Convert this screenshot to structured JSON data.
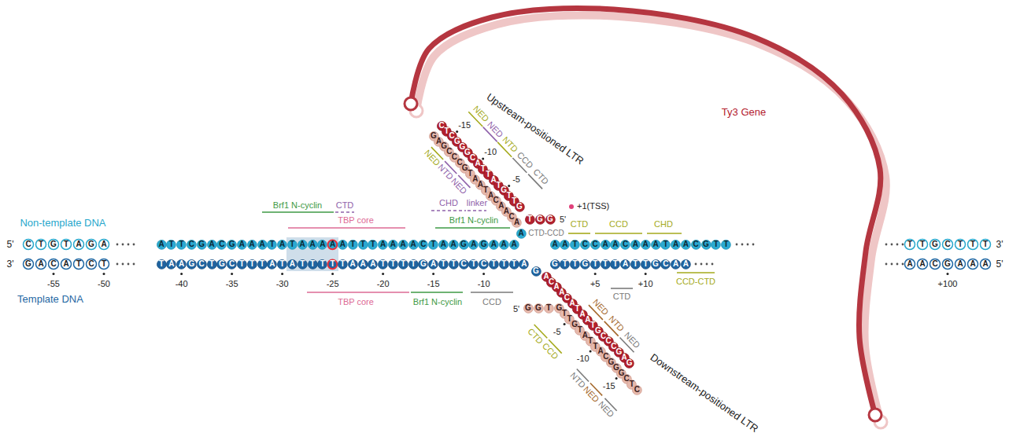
{
  "diagram": {
    "nodes": [
      {
        "text": [
          "C"
        ]
      },
      {
        "text": [
          "T"
        ]
      },
      {
        "text": [
          "G"
        ]
      },
      {
        "text": [
          "T"
        ]
      },
      {
        "text": [
          "A"
        ]
      },
      {
        "text": [
          "G"
        ]
      },
      {
        "text": [
          "A"
        ]
      },
      {
        "text": [
          "A"
        ]
      },
      {
        "text": [
          "T"
        ]
      },
      {
        "text": [
          "T"
        ]
      },
      {
        "text": [
          "C"
        ]
      },
      {
        "text": [
          "G"
        ]
      },
      {
        "text": [
          "A"
        ]
      },
      {
        "text": [
          "C"
        ]
      },
      {
        "text": [
          "G"
        ]
      },
      {
        "text": [
          "A"
        ]
      },
      {
        "text": [
          "A"
        ]
      },
      {
        "text": [
          "A"
        ]
      },
      {
        "text": [
          "T"
        ]
      },
      {
        "text": [
          "A"
        ]
      },
      {
        "text": [
          "T"
        ]
      },
      {
        "text": [
          "A"
        ]
      },
      {
        "text": [
          "A"
        ]
      },
      {
        "text": [
          "A"
        ]
      },
      {
        "text": [
          "A"
        ]
      },
      {
        "text": [
          "A"
        ]
      },
      {
        "text": [
          "T"
        ]
      },
      {
        "text": [
          "T"
        ]
      },
      {
        "text": [
          "T"
        ]
      },
      {
        "text": [
          "A"
        ]
      },
      {
        "text": [
          "A"
        ]
      },
      {
        "text": [
          "A"
        ]
      },
      {
        "text": [
          "A"
        ]
      },
      {
        "text": [
          "C"
        ]
      },
      {
        "text": [
          "T"
        ]
      },
      {
        "text": [
          "A"
        ]
      },
      {
        "text": [
          "A"
        ]
      },
      {
        "text": [
          "G"
        ]
      },
      {
        "text": [
          "A"
        ]
      },
      {
        "text": [
          "G"
        ]
      },
      {
        "text": [
          "A"
        ]
      },
      {
        "text": [
          "A"
        ]
      },
      {
        "text": [
          "A"
        ]
      },
      {
        "text": [
          "A"
        ]
      },
      {
        "text": [
          "A"
        ]
      },
      {
        "text": [
          "A"
        ]
      },
      {
        "text": [
          "T"
        ]
      },
      {
        "text": [
          "C"
        ]
      },
      {
        "text": [
          "C"
        ]
      },
      {
        "text": [
          "A"
        ]
      },
      {
        "text": [
          "A"
        ]
      },
      {
        "text": [
          "C"
        ]
      },
      {
        "text": [
          "A"
        ]
      },
      {
        "text": [
          "A"
        ]
      },
      {
        "text": [
          "A"
        ]
      },
      {
        "text": [
          "T"
        ]
      },
      {
        "text": [
          "A"
        ]
      },
      {
        "text": [
          "A"
        ]
      },
      {
        "text": [
          "C"
        ]
      },
      {
        "text": [
          "G"
        ]
      },
      {
        "text": [
          "T"
        ]
      },
      {
        "text": [
          "T"
        ]
      },
      {
        "text": [
          "T"
        ]
      },
      {
        "text": [
          "T"
        ]
      },
      {
        "text": [
          "G"
        ]
      },
      {
        "text": [
          "C"
        ]
      },
      {
        "text": [
          "T"
        ]
      },
      {
        "text": [
          "T"
        ]
      },
      {
        "text": [
          "T"
        ]
      },
      {
        "text": [
          "G"
        ]
      },
      {
        "text": [
          "A"
        ]
      },
      {
        "text": [
          "C"
        ]
      },
      {
        "text": [
          "A"
        ]
      },
      {
        "text": [
          "T"
        ]
      },
      {
        "text": [
          "C"
        ]
      },
      {
        "text": [
          "T"
        ]
      },
      {
        "text": [
          "T"
        ]
      },
      {
        "text": [
          "A"
        ]
      },
      {
        "text": [
          "A"
        ]
      },
      {
        "text": [
          "G"
        ]
      },
      {
        "text": [
          "C"
        ]
      },
      {
        "text": [
          "T"
        ]
      },
      {
        "text": [
          "G"
        ]
      },
      {
        "text": [
          "C"
        ]
      },
      {
        "text": [
          "T"
        ]
      },
      {
        "text": [
          "T"
        ]
      },
      {
        "text": [
          "T"
        ]
      },
      {
        "text": [
          "A"
        ]
      },
      {
        "text": [
          "T"
        ]
      },
      {
        "text": [
          "A"
        ]
      },
      {
        "text": [
          "T"
        ]
      },
      {
        "text": [
          "T"
        ]
      },
      {
        "text": [
          "T"
        ]
      },
      {
        "text": [
          "T"
        ]
      },
      {
        "text": [
          "T"
        ]
      },
      {
        "text": [
          "A"
        ]
      },
      {
        "text": [
          "A"
        ]
      },
      {
        "text": [
          "A"
        ]
      },
      {
        "text": [
          "T"
        ]
      },
      {
        "text": [
          "T"
        ]
      },
      {
        "text": [
          "T"
        ]
      },
      {
        "text": [
          "T"
        ]
      },
      {
        "text": [
          "G"
        ]
      },
      {
        "text": [
          "A"
        ]
      },
      {
        "text": [
          "T"
        ]
      },
      {
        "text": [
          "T"
        ]
      },
      {
        "text": [
          "C"
        ]
      },
      {
        "text": [
          "T"
        ]
      },
      {
        "text": [
          "C"
        ]
      },
      {
        "text": [
          "T"
        ]
      },
      {
        "text": [
          "T"
        ]
      },
      {
        "text": [
          "T"
        ]
      },
      {
        "text": [
          "A"
        ]
      },
      {
        "text": [
          "G"
        ]
      },
      {
        "text": [
          "G"
        ]
      },
      {
        "text": [
          "T"
        ]
      },
      {
        "text": [
          "T"
        ]
      },
      {
        "text": [
          "G"
        ]
      },
      {
        "text": [
          "T"
        ]
      },
      {
        "text": [
          "T"
        ]
      },
      {
        "text": [
          "T"
        ]
      },
      {
        "text": [
          "A"
        ]
      },
      {
        "text": [
          "T"
        ]
      },
      {
        "text": [
          "T"
        ]
      },
      {
        "text": [
          "G"
        ]
      },
      {
        "text": [
          "C"
        ]
      },
      {
        "text": [
          "A"
        ]
      },
      {
        "text": [
          "A"
        ]
      },
      {
        "text": [
          "A"
        ]
      },
      {
        "text": [
          "A"
        ]
      },
      {
        "text": [
          "C"
        ]
      },
      {
        "text": [
          "G"
        ]
      },
      {
        "text": [
          "A"
        ]
      },
      {
        "text": [
          "A"
        ]
      },
      {
        "text": [
          "A"
        ]
      },
      {
        "text": [
          "C"
        ]
      },
      {
        "text": [
          "T"
        ]
      },
      {
        "text": [
          "C"
        ]
      },
      {
        "text": [
          "G"
        ]
      },
      {
        "text": [
          "G"
        ]
      },
      {
        "text": [
          "G"
        ]
      },
      {
        "text": [
          "C"
        ]
      },
      {
        "text": [
          "A"
        ]
      },
      {
        "text": [
          "T"
        ]
      },
      {
        "text": [
          "T"
        ]
      },
      {
        "text": [
          "A"
        ]
      },
      {
        "text": [
          "T"
        ]
      },
      {
        "text": [
          "G"
        ]
      },
      {
        "text": [
          "T"
        ]
      },
      {
        "text": [
          "T"
        ]
      },
      {
        "text": [
          "G"
        ]
      },
      {
        "text": [
          "T"
        ]
      },
      {
        "text": [
          "G"
        ]
      },
      {
        "text": [
          "G"
        ]
      },
      {
        "text": [
          "G"
        ]
      },
      {
        "text": [
          "A"
        ]
      },
      {
        "text": [
          "G"
        ]
      },
      {
        "text": [
          "C"
        ]
      },
      {
        "text": [
          "C"
        ]
      },
      {
        "text": [
          "C"
        ]
      },
      {
        "text": [
          "G"
        ]
      },
      {
        "text": [
          "T"
        ]
      },
      {
        "text": [
          "A"
        ]
      },
      {
        "text": [
          "A"
        ]
      },
      {
        "text": [
          "T"
        ]
      },
      {
        "text": [
          "A"
        ]
      },
      {
        "text": [
          "C"
        ]
      },
      {
        "text": [
          "A"
        ]
      },
      {
        "text": [
          "A"
        ]
      },
      {
        "text": [
          "C"
        ]
      },
      {
        "text": [
          "A"
        ]
      },
      {
        "text": [
          "A"
        ]
      },
      {
        "text": [
          "C"
        ]
      },
      {
        "text": [
          "A"
        ]
      },
      {
        "text": [
          "A"
        ]
      },
      {
        "text": [
          "C"
        ]
      },
      {
        "text": [
          "A"
        ]
      },
      {
        "text": [
          "T"
        ]
      },
      {
        "text": [
          "A"
        ]
      },
      {
        "text": [
          "A"
        ]
      },
      {
        "text": [
          "T"
        ]
      },
      {
        "text": [
          "G"
        ]
      },
      {
        "text": [
          "C"
        ]
      },
      {
        "text": [
          "C"
        ]
      },
      {
        "text": [
          "C"
        ]
      },
      {
        "text": [
          "G"
        ]
      },
      {
        "text": [
          "A"
        ]
      },
      {
        "text": [
          "G"
        ]
      },
      {
        "text": [
          "G"
        ]
      },
      {
        "text": [
          "G"
        ]
      },
      {
        "text": [
          "T"
        ]
      },
      {
        "text": [
          "G"
        ]
      },
      {
        "text": [
          "T"
        ]
      },
      {
        "text": [
          "T"
        ]
      },
      {
        "text": [
          "G"
        ]
      },
      {
        "text": [
          "T"
        ]
      },
      {
        "text": [
          "A"
        ]
      },
      {
        "text": [
          "T"
        ]
      },
      {
        "text": [
          "T"
        ]
      },
      {
        "text": [
          "A"
        ]
      },
      {
        "text": [
          "C"
        ]
      },
      {
        "text": [
          "G"
        ]
      },
      {
        "text": [
          "G"
        ]
      },
      {
        "text": [
          "G"
        ]
      },
      {
        "text": [
          "C"
        ]
      },
      {
        "text": [
          "T"
        ]
      },
      {
        "text": [
          "C"
        ]
      }
    ],
    "labels": [
      "5'",
      "3'",
      "3'",
      "5'",
      "Non-template DNA",
      "Template DNA",
      "-55",
      "-50",
      "-40",
      "-35",
      "-30",
      "-25",
      "-20",
      "-15",
      "-10",
      "+5",
      "+10",
      "+100",
      "+1(TSS)",
      "Brf1 N-cyclin",
      "CTD",
      "TBP core",
      "CHD",
      "linker",
      "Brf1 N-cyclin",
      "CTD-CCD",
      "CTD",
      "CCD",
      "CHD",
      "TBP core",
      "Brf1 N-cyclin",
      "CCD",
      "CTD",
      "CCD-CTD",
      "Upstream-positioned LTR",
      "-15",
      "-10",
      "-5",
      "NED",
      "NED",
      "NTD",
      "CCD",
      "CTD",
      "NED",
      "NTD",
      "NED",
      "5'",
      "Ty3 Gene",
      "5'",
      "-5",
      "-10",
      "-15",
      "NED",
      "NTD",
      "NED",
      "CTD",
      "CCD",
      "NTD",
      "NED",
      "NED",
      "Downstream-positioned LTR"
    ]
  }
}
